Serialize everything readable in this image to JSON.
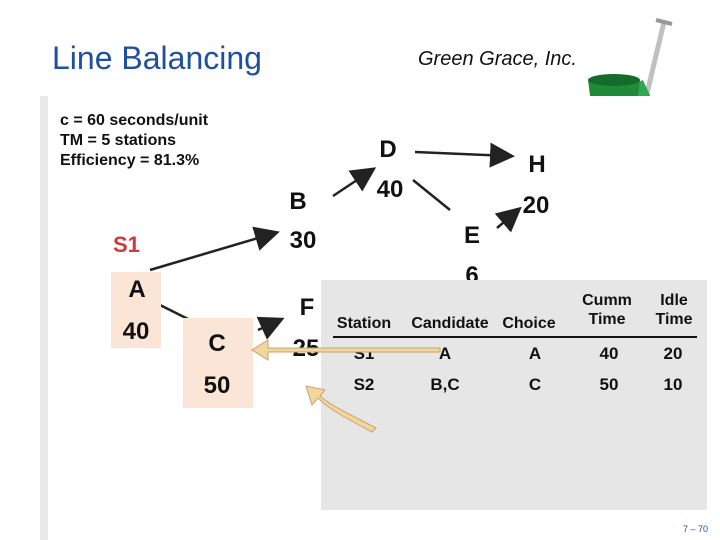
{
  "header": {
    "title": "Line Balancing",
    "company": "Green Grace, Inc."
  },
  "params": {
    "cycle": "c = 60 seconds/unit",
    "tm": "TM = 5 stations",
    "efficiency": "Efficiency = 81.3%"
  },
  "station_label": "S1",
  "nodes": {
    "A": {
      "label": "A",
      "time": "40"
    },
    "B": {
      "label": "B",
      "time": "30"
    },
    "C": {
      "label": "C",
      "time": "50"
    },
    "D": {
      "label": "D",
      "time": "40"
    },
    "E": {
      "label": "E",
      "time": "6"
    },
    "F": {
      "label": "F",
      "time": "25"
    },
    "H": {
      "label": "H",
      "time": "20"
    }
  },
  "table": {
    "headers": {
      "station": "Station",
      "candidate": "Candidate",
      "choice": "Choice",
      "cumm": "Cumm Time",
      "idle": "Idle Time"
    },
    "rows": [
      {
        "station": "S1",
        "candidate": "A",
        "choice": "A",
        "cumm": "40",
        "idle": "20"
      },
      {
        "station": "S2",
        "candidate": "B,C",
        "choice": "C",
        "cumm": "50",
        "idle": "10"
      }
    ]
  },
  "footer": "7 – 70",
  "colors": {
    "title": "#1f4fa0",
    "station_label": "#d03a3a",
    "highlight": "#fbe5d6",
    "arrow": "#f2d6a0"
  }
}
